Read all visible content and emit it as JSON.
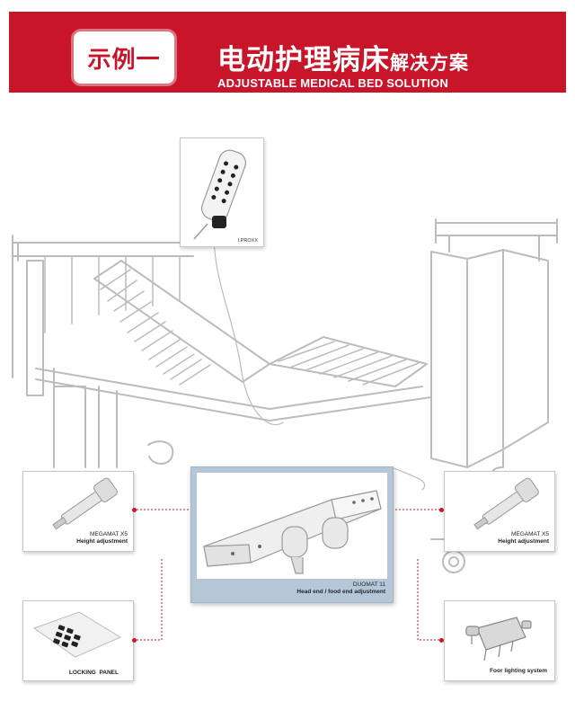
{
  "header": {
    "badge": "示例一",
    "title_large": "电动护理病床",
    "title_small": "解决方案",
    "subtitle": "ADJUSTABLE MEDICAL BED SOLUTION"
  },
  "colors": {
    "brand_red": "#c8152a",
    "panel_blue": "#b5c7d6",
    "line_gray": "#bcbcbc"
  },
  "remote": {
    "model": "I.PROXX"
  },
  "components": {
    "left_actuator": {
      "model": "MEGAMAT X5",
      "desc": "Height adjustment"
    },
    "right_actuator": {
      "model": "MEGAMAT X5",
      "desc": "Height adjustment"
    },
    "center": {
      "model": "DUOMAT 11",
      "desc": "Head end / food end adjustment"
    },
    "locking_panel": {
      "label": "LOCKING  PANEL"
    },
    "floor_light": {
      "label": "Foor lighting system"
    }
  }
}
